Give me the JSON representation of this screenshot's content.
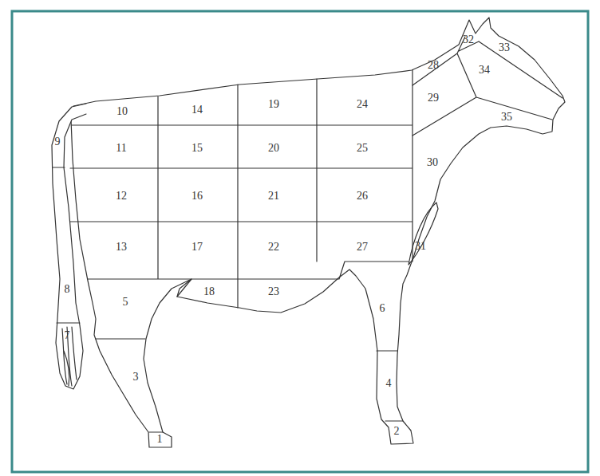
{
  "diagram": {
    "labels": [
      "1",
      "2",
      "3",
      "4",
      "5",
      "6",
      "7",
      "8",
      "9",
      "10",
      "11",
      "12",
      "13",
      "14",
      "15",
      "16",
      "17",
      "18",
      "19",
      "20",
      "21",
      "22",
      "23",
      "24",
      "25",
      "26",
      "27",
      "28",
      "29",
      "30",
      "31",
      "32",
      "33",
      "34",
      "35"
    ]
  }
}
